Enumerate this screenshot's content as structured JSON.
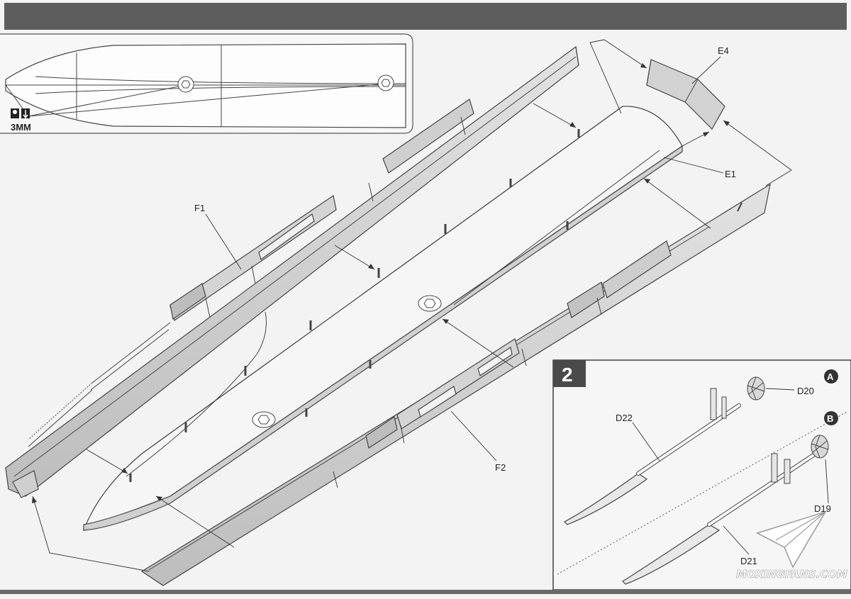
{
  "colors": {
    "background": "#f3f3f3",
    "header_bar": "#5d5d5d",
    "hull_light": "#fbfbfb",
    "hull_shade": "#d6d6d6",
    "hull_dark": "#c2c2c2",
    "line": "#444444",
    "step_badge": "#4a4a4a"
  },
  "inset": {
    "screw_label": "3MM",
    "icons": [
      "screw-symbol-icon",
      "screwdriver-icon"
    ]
  },
  "parts": {
    "f1": "F1",
    "f2": "F2",
    "e1": "E1",
    "e4": "E4",
    "d19": "D19",
    "d20": "D20",
    "d21": "D21",
    "d22": "D22"
  },
  "step2": {
    "number": "2",
    "option_a": "A",
    "option_b": "B"
  },
  "watermark": {
    "text": "MOXINGFANS.COM",
    "icon": "paper-plane-icon"
  }
}
